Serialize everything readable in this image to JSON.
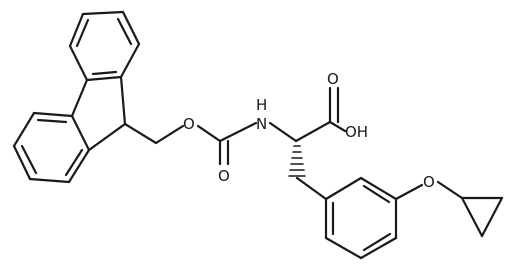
{
  "atom_labels": {
    "o_ester": "O",
    "o_carbonyl": "O",
    "nh": "N",
    "h_of_nh": "H",
    "o_acid": "O",
    "oh": "OH",
    "o_ether": "O"
  }
}
